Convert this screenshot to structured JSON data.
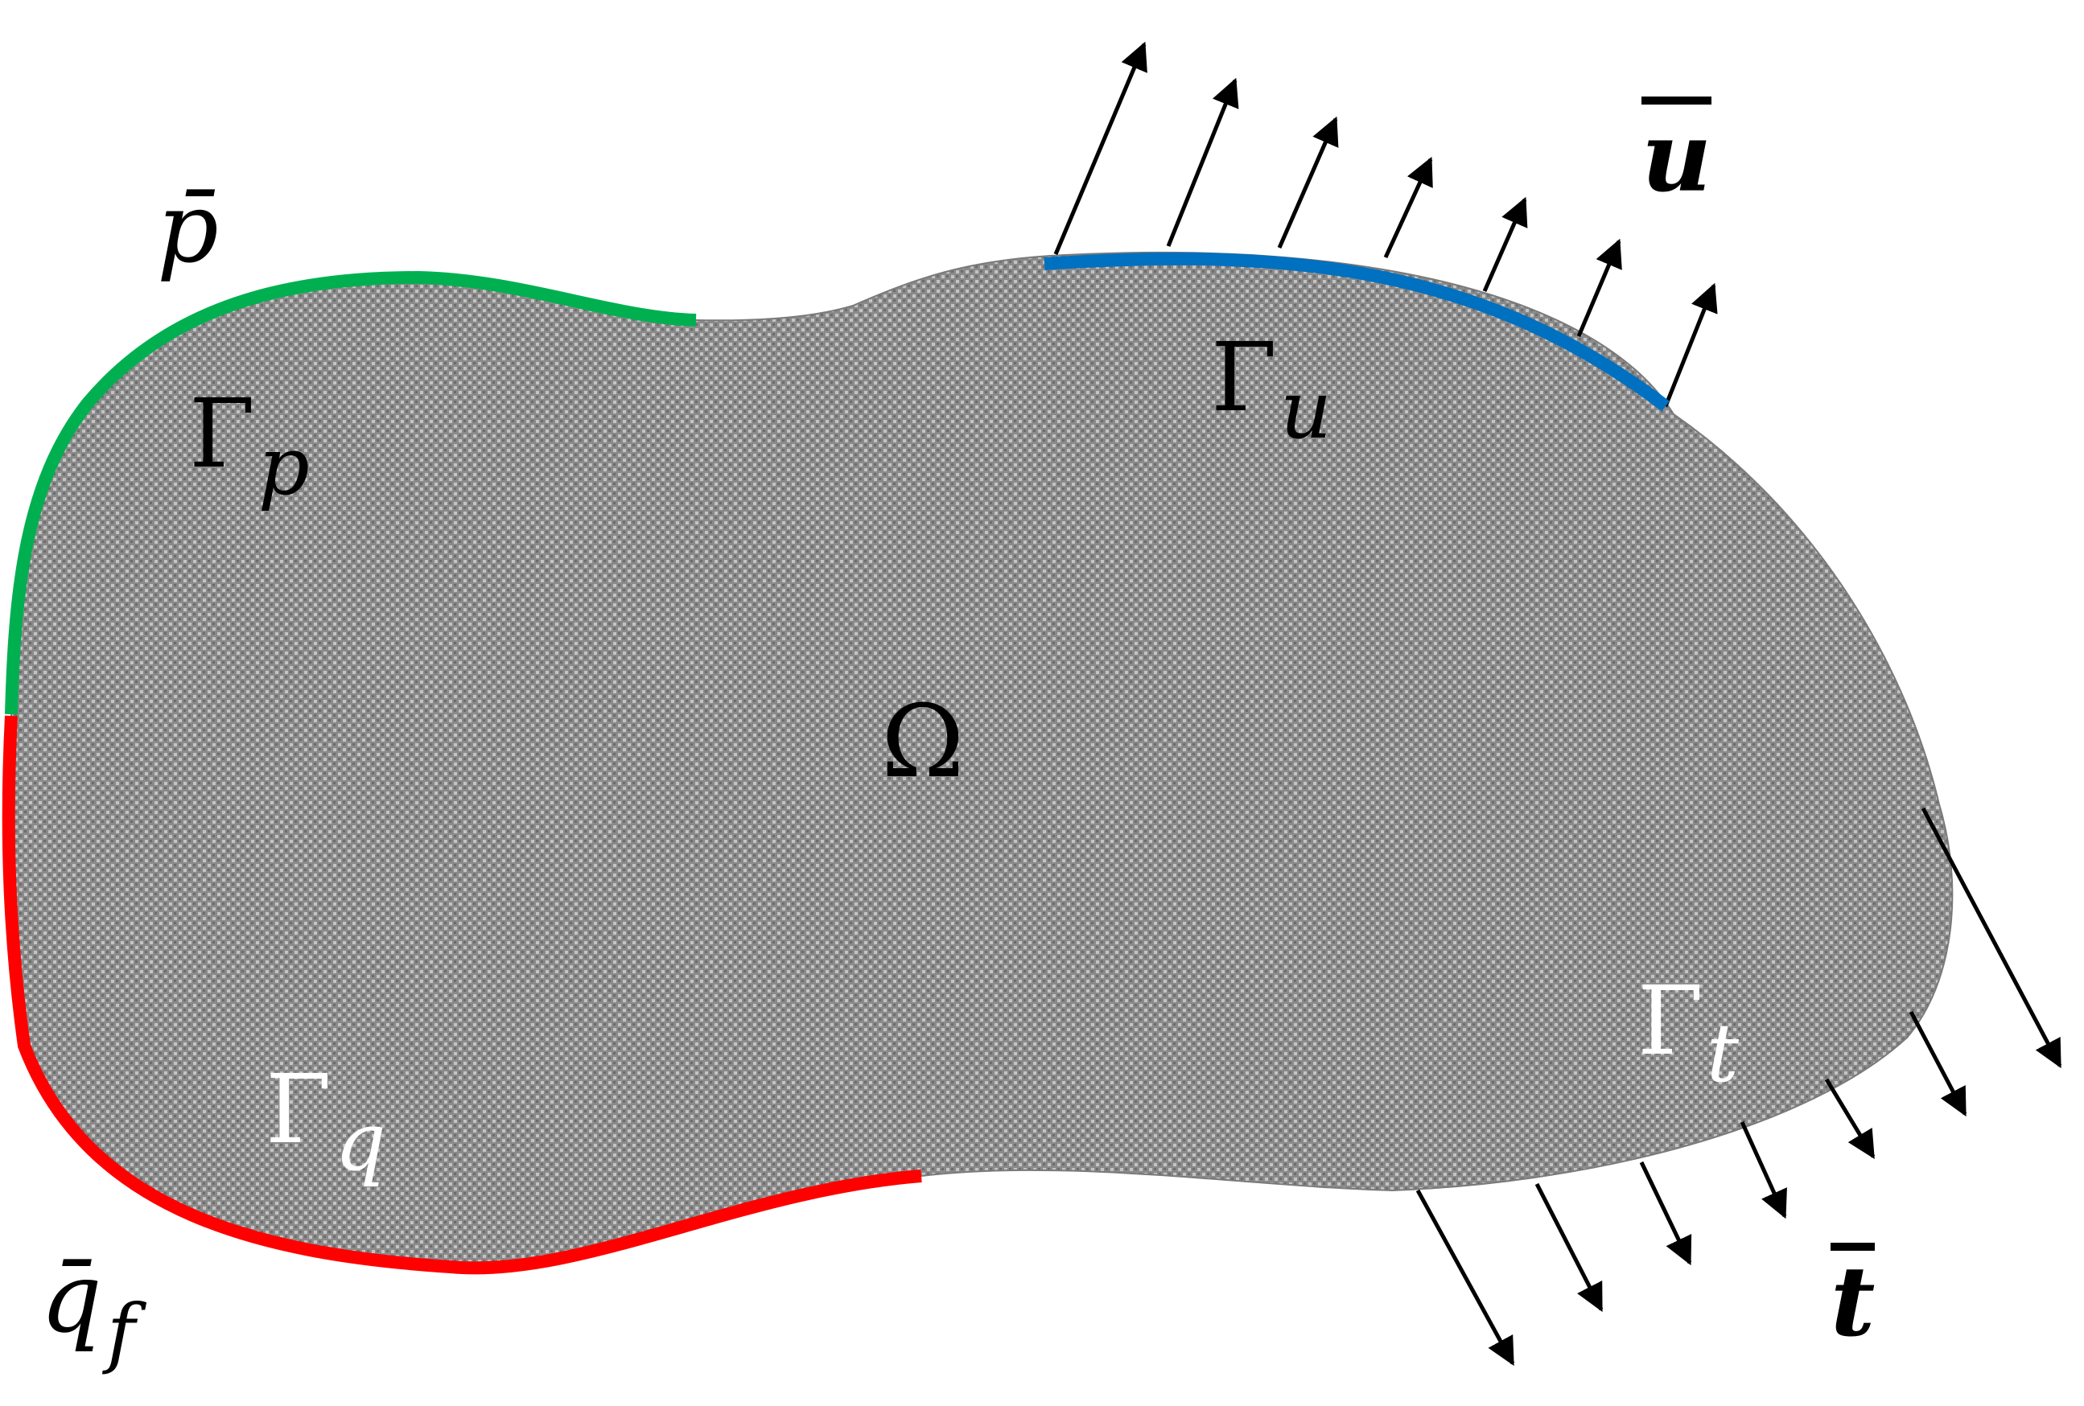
{
  "diagram": {
    "domain_label": "Ω",
    "boundary_labels": {
      "gamma_symbol": "Γ",
      "p_sub": "p",
      "u_sub": "u",
      "q_sub": "q",
      "t_sub": "t"
    },
    "prescribed_values": {
      "p_bar": "p̄",
      "u_bar": "u",
      "t_bar": "t",
      "q_bar": "q̄",
      "q_bar_sub": "f"
    },
    "colors": {
      "domain_fill": "#8f8f8f",
      "pressure_boundary": "#00b050",
      "displacement_boundary": "#0070c0",
      "flux_boundary": "#ff0000",
      "arrows": "#000000",
      "label_dark": "#000000",
      "label_light": "#ffffff"
    }
  }
}
